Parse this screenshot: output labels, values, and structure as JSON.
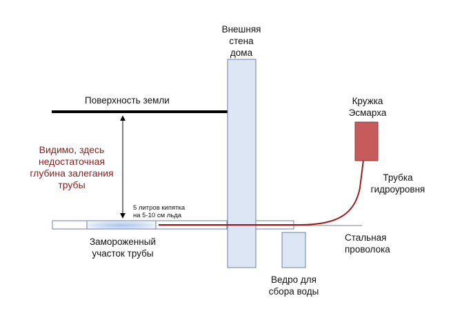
{
  "labels": {
    "house_wall": [
      "Внешняя",
      "стена",
      "дома"
    ],
    "ground_surface": "Поверхность земли",
    "warning": [
      "Видимо, здесь",
      "недостаточная",
      "глубина залегания",
      "трубы"
    ],
    "boiling_water": [
      "5 литров кипятка",
      "на 5-10 см льда"
    ],
    "frozen_section": [
      "Замороженный",
      "участок трубы"
    ],
    "esmarch_mug": [
      "Кружка",
      "Эсмарха"
    ],
    "level_tube": [
      "Трубка",
      "гидроуровня"
    ],
    "steel_wire": [
      "Стальная",
      "проволока"
    ],
    "water_bucket": [
      "Ведро для",
      "сбора воды"
    ]
  },
  "colors": {
    "wall_fill": "#dce6f4",
    "wall_stroke": "#6b7fa6",
    "ground_line": "#000000",
    "mug_fill": "#c75b5b",
    "mug_stroke": "#8b3a3a",
    "tube": "#a01818",
    "wire": "#7f7f7f",
    "warning_text": "#8b1a1a",
    "frozen_gradient": "#a9c4ec"
  }
}
